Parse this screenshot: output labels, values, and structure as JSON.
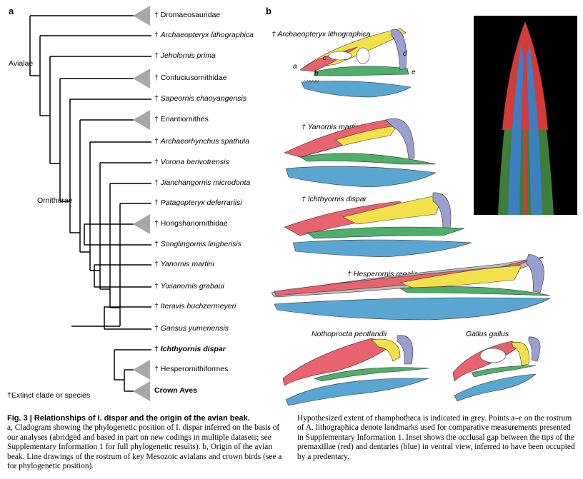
{
  "panel_a_letter": "a",
  "panel_b_letter": "b",
  "clades": {
    "avialae": "Avialae",
    "ornithurae": "Ornithurae"
  },
  "taxa": [
    {
      "dagger": "†",
      "name": "Dromaeosauridae",
      "italic": false,
      "bold": false,
      "collapsed": true
    },
    {
      "dagger": "†",
      "name": "Archaeopteryx lithographica",
      "italic": true,
      "bold": false,
      "collapsed": false
    },
    {
      "dagger": "†",
      "name": "Jeholornis prima",
      "italic": true,
      "bold": false,
      "collapsed": false
    },
    {
      "dagger": "†",
      "name": "Confuciusornithidae",
      "italic": false,
      "bold": false,
      "collapsed": true
    },
    {
      "dagger": "†",
      "name": "Sapeornis chaoyangensis",
      "italic": true,
      "bold": false,
      "collapsed": false
    },
    {
      "dagger": "†",
      "name": "Enantiornithes",
      "italic": false,
      "bold": false,
      "collapsed": true
    },
    {
      "dagger": "†",
      "name": "Archaeorhynchus spathula",
      "italic": true,
      "bold": false,
      "collapsed": false
    },
    {
      "dagger": "†",
      "name": "Vorona berivotrensis",
      "italic": true,
      "bold": false,
      "collapsed": false
    },
    {
      "dagger": "†",
      "name": "Jianchangornis microdonta",
      "italic": true,
      "bold": false,
      "collapsed": false
    },
    {
      "dagger": "†",
      "name": "Patagopteryx deferrariisi",
      "italic": true,
      "bold": false,
      "collapsed": false
    },
    {
      "dagger": "†",
      "name": "Hongshanornithidae",
      "italic": false,
      "bold": false,
      "collapsed": true
    },
    {
      "dagger": "†",
      "name": "Songlingornis linghensis",
      "italic": true,
      "bold": false,
      "collapsed": false
    },
    {
      "dagger": "†",
      "name": "Yanornis martini",
      "italic": true,
      "bold": false,
      "collapsed": false
    },
    {
      "dagger": "†",
      "name": "Yixianornis grabaui",
      "italic": true,
      "bold": false,
      "collapsed": false
    },
    {
      "dagger": "†",
      "name": "Iteravis huchzermeyeri",
      "italic": true,
      "bold": false,
      "collapsed": false
    },
    {
      "dagger": "†",
      "name": "Gansus yumenensis",
      "italic": true,
      "bold": false,
      "collapsed": false
    },
    {
      "dagger": "†",
      "name": "Ichthyornis dispar",
      "italic": true,
      "bold": true,
      "collapsed": false
    },
    {
      "dagger": "†",
      "name": "Hesperornithiformes",
      "italic": false,
      "bold": false,
      "collapsed": true
    },
    {
      "dagger": "",
      "name": "Crown Aves",
      "italic": false,
      "bold": true,
      "collapsed": true
    }
  ],
  "footnote": "†Extinct clade or species",
  "species_b": {
    "archaeopteryx": "† Archaeopteryx lithographica",
    "yanornis": "† Yanornis martini",
    "ichthyornis": "† Ichthyornis dispar",
    "hesperornis": "† Hesperornis regalis",
    "nothoprocta": "Nothoprocta pentlandii",
    "gallus": "Gallus gallus"
  },
  "landmarks": [
    "a",
    "b",
    "c",
    "d",
    "e"
  ],
  "colors": {
    "premaxilla": "#e8636e",
    "maxilla_nasal": "#f2e14a",
    "dentary": "#5aa6d3",
    "jugal": "#4fae6a",
    "quadrate": "#9a9fd0",
    "rhamphotheca": "#bdbdbd",
    "branch": "#000000",
    "collapsed_clade": "#a8a8a8"
  },
  "caption": {
    "title": "Fig. 3 | Relationships of I. dispar and the origin of the avian beak.",
    "left_text": "a, Cladogram showing the phylogenetic position of I. dispar inferred on the basis of our analyses (abridged and based in part on new codings in multiple datasets; see Supplementary Information 1 for full phylogenetic results). b, Origin of the avian beak. Line drawings of the rostrum of key Mesozoic avialans and crown birds (see a for phylogenetic position).",
    "right_text": "Hypothesized extent of rhamphotheca is indicated in grey. Points a–e on the rostrum of A. lithographica denote landmarks used for comparative measurements presented in Supplementary Information 1. Inset shows the occlusal gap between the tips of the premaxillae (red) and dentaries (blue) in ventral view, inferred to have been occupied by a predentary."
  }
}
